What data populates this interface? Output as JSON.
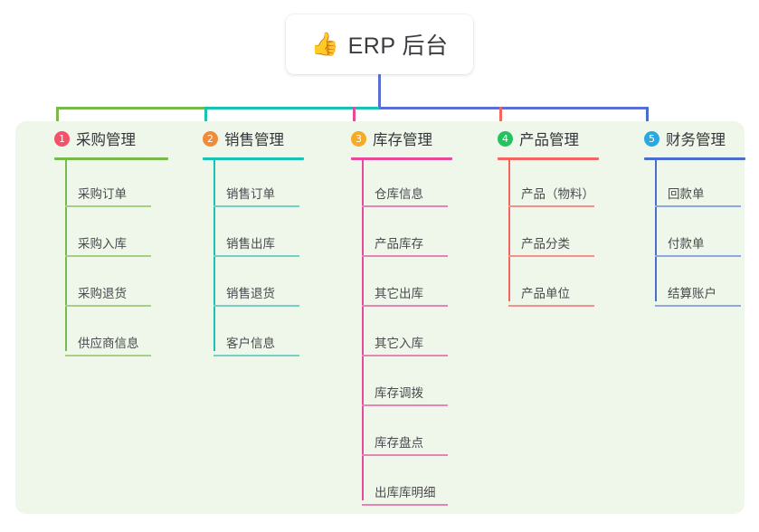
{
  "root": {
    "icon": "thumbs-up-icon",
    "emoji": "👍",
    "title": "ERP 后台"
  },
  "palette": {
    "panel_bg": "#eef7e9",
    "page_bg": "#ffffff",
    "root_line": "#5b6ed6",
    "text": "#36363a",
    "leaf_text": "#4a4a4f"
  },
  "columns": [
    {
      "index": "1",
      "title": "采购管理",
      "badge_color": "#f4506a",
      "line_color": "#76bb4a",
      "leaf_line_color": "#a6cf84",
      "items": [
        {
          "label": "采购订单"
        },
        {
          "label": "采购入库"
        },
        {
          "label": "采购退货"
        },
        {
          "label": "供应商信息"
        }
      ]
    },
    {
      "index": "2",
      "title": "销售管理",
      "badge_color": "#f08b3c",
      "line_color": "#18c2b4",
      "leaf_line_color": "#76cfc6",
      "items": [
        {
          "label": "销售订单"
        },
        {
          "label": "销售出库"
        },
        {
          "label": "销售退货"
        },
        {
          "label": "客户信息"
        }
      ]
    },
    {
      "index": "3",
      "title": "库存管理",
      "badge_color": "#f5ab28",
      "line_color": "#e8499b",
      "leaf_line_color": "#e486b5",
      "items": [
        {
          "label": "仓库信息"
        },
        {
          "label": "产品库存"
        },
        {
          "label": "其它出库"
        },
        {
          "label": "其它入库"
        },
        {
          "label": "库存调拨"
        },
        {
          "label": "库存盘点"
        },
        {
          "label": "出库库明细"
        }
      ]
    },
    {
      "index": "4",
      "title": "产品管理",
      "badge_color": "#26c160",
      "line_color": "#f4655f",
      "leaf_line_color": "#f3908c",
      "items": [
        {
          "label": "产品（物料）"
        },
        {
          "label": "产品分类"
        },
        {
          "label": "产品单位"
        }
      ]
    },
    {
      "index": "5",
      "title": "财务管理",
      "badge_color": "#2aa9e0",
      "line_color": "#4a6ecb",
      "leaf_line_color": "#8fa6de",
      "items": [
        {
          "label": "回款单"
        },
        {
          "label": "付款单"
        },
        {
          "label": "结算账户"
        }
      ]
    }
  ]
}
